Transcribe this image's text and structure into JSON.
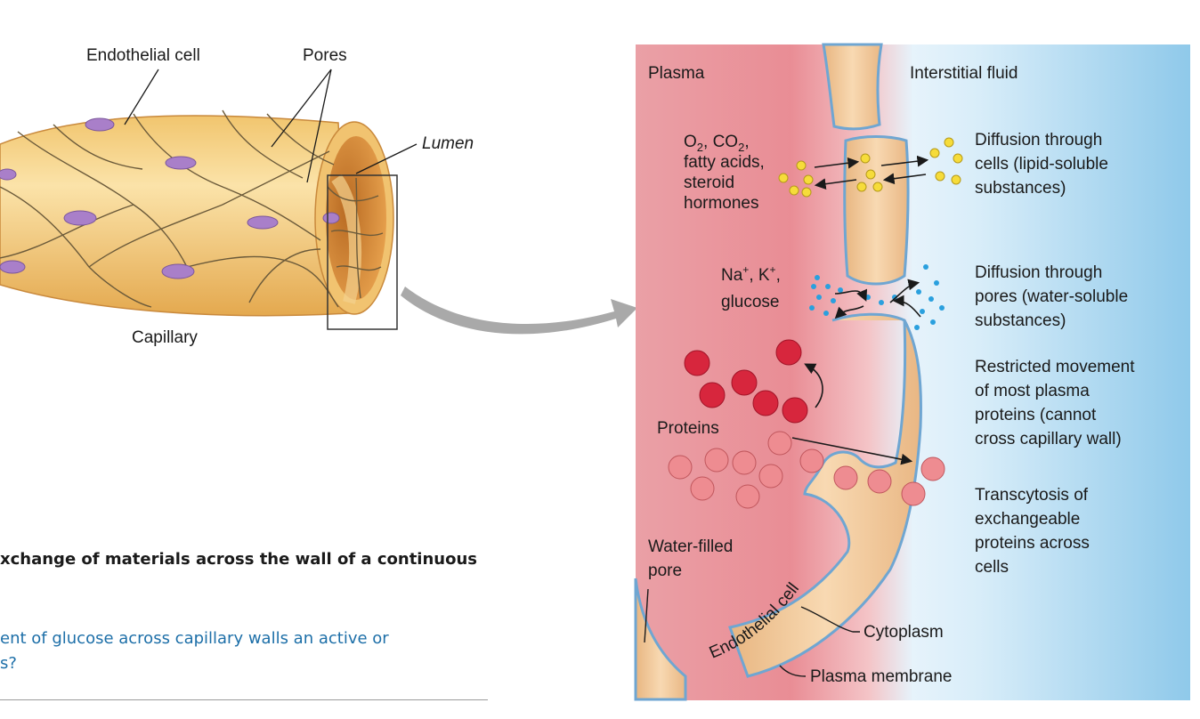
{
  "left_figure": {
    "labels": {
      "endothelial_cell": "Endothelial cell",
      "pores": "Pores",
      "lumen": "Lumen",
      "capillary": "Capillary"
    }
  },
  "right_figure": {
    "labels": {
      "plasma": "Plasma",
      "interstitial_fluid": "Interstitial fluid",
      "gases_line1_parts": [
        "O",
        "2",
        ", CO",
        "2",
        ","
      ],
      "gases_line2": "fatty acids,",
      "gases_line3": "steroid",
      "gases_line4": "hormones",
      "ions_line1_parts": [
        "Na",
        "+",
        ", K",
        "+",
        ","
      ],
      "ions_line2": "glucose",
      "proteins": "Proteins",
      "water_filled_pore_line1": "Water-filled",
      "water_filled_pore_line2": "pore",
      "endothelial_cell": "Endothelial cell",
      "cytoplasm": "Cytoplasm",
      "plasma_membrane": "Plasma membrane"
    },
    "descriptions": {
      "lipid": [
        "Diffusion through",
        "cells (lipid-soluble",
        "substances)"
      ],
      "water": [
        "Diffusion through",
        "pores (water-soluble",
        "substances)"
      ],
      "restricted": [
        "Restricted movement",
        "of most plasma",
        "proteins (cannot",
        "cross capillary wall)"
      ],
      "transcytosis": [
        "Transcytosis of",
        "exchangeable",
        "proteins across",
        "cells"
      ]
    }
  },
  "caption": "xchange of materials across the wall of a continuous",
  "question": {
    "line1": "ent of glucose across capillary walls an active or",
    "line2": "s?"
  },
  "colors": {
    "plasma": "#e98d95",
    "interstitial": "#8fc9ea",
    "cell_fill": "#f3c99a",
    "membrane": "#6fa6d2",
    "protein_dark": "#d7263d",
    "protein_light": "#ee8c91",
    "lipid_molecule": "#f6dc3a",
    "ion": "#2aa0de",
    "capillary": "#f4cf80",
    "nucleus": "#a97fc9",
    "question_text": "#1d6fa8"
  }
}
